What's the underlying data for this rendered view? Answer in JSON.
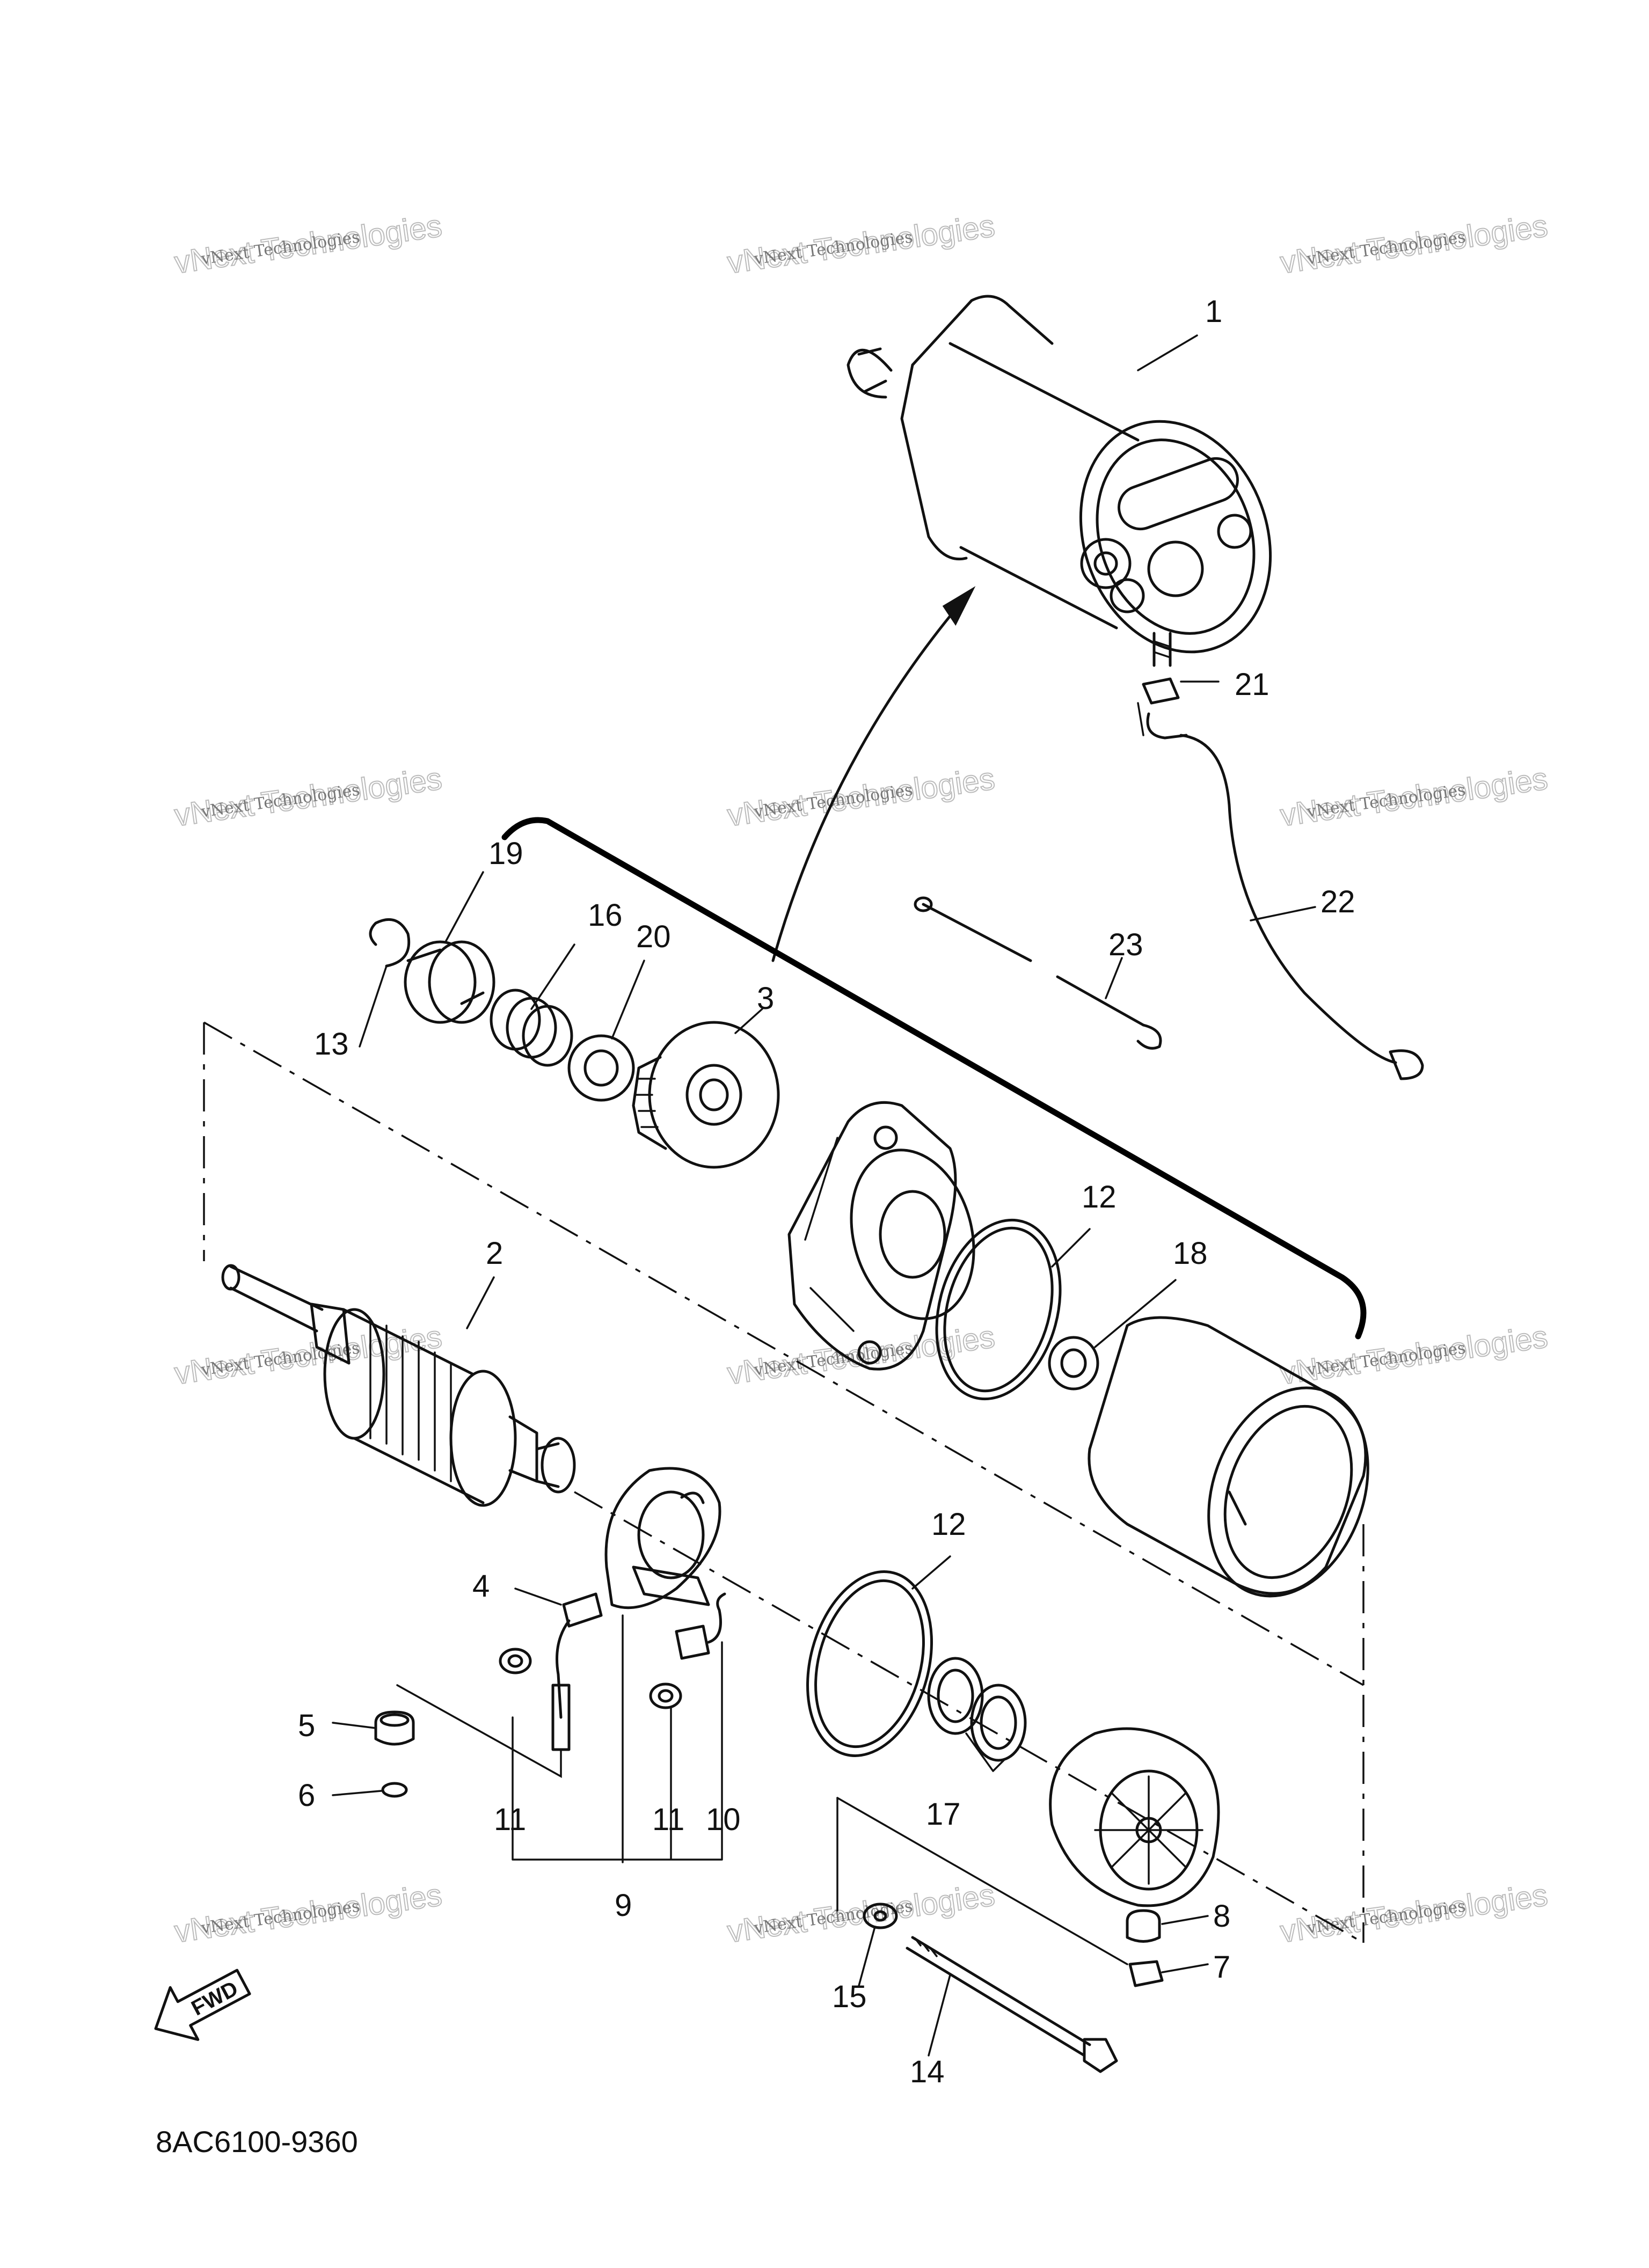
{
  "diagram_code": "8AC6100-9360",
  "fwd_label": "FWD",
  "watermark": {
    "line1": "vNext Technologies",
    "line2": "vNext Technologies"
  },
  "callouts": [
    {
      "id": "1",
      "text": "1"
    },
    {
      "id": "2",
      "text": "2"
    },
    {
      "id": "3",
      "text": "3"
    },
    {
      "id": "4",
      "text": "4"
    },
    {
      "id": "5",
      "text": "5"
    },
    {
      "id": "6",
      "text": "6"
    },
    {
      "id": "7",
      "text": "7"
    },
    {
      "id": "8",
      "text": "8"
    },
    {
      "id": "9",
      "text": "9"
    },
    {
      "id": "10",
      "text": "10"
    },
    {
      "id": "11a",
      "text": "11"
    },
    {
      "id": "11b",
      "text": "11"
    },
    {
      "id": "12a",
      "text": "12"
    },
    {
      "id": "12b",
      "text": "12"
    },
    {
      "id": "13",
      "text": "13"
    },
    {
      "id": "14",
      "text": "14"
    },
    {
      "id": "15",
      "text": "15"
    },
    {
      "id": "16",
      "text": "16"
    },
    {
      "id": "17",
      "text": "17"
    },
    {
      "id": "18",
      "text": "18"
    },
    {
      "id": "19",
      "text": "19"
    },
    {
      "id": "20",
      "text": "20"
    },
    {
      "id": "21",
      "text": "21"
    },
    {
      "id": "22",
      "text": "22"
    },
    {
      "id": "23",
      "text": "23"
    }
  ]
}
